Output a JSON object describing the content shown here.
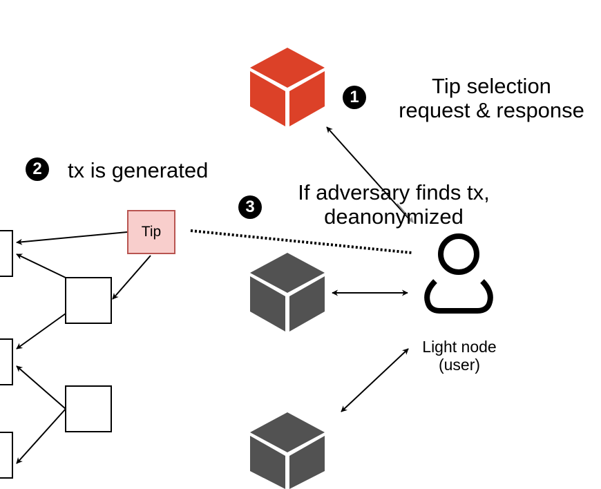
{
  "colors": {
    "accent_node": "#dc4128",
    "peer_node": "#525252",
    "tip_fill": "#f8cecc",
    "tip_border": "#b85450"
  },
  "icons": {
    "full_node_selector": "cube-icon",
    "peer_nodes": "cube-icon",
    "user": "user-icon"
  },
  "steps": [
    {
      "number": "1",
      "text": "Tip selection\nrequest & response"
    },
    {
      "number": "2",
      "text": "tx is generated"
    },
    {
      "number": "3",
      "text": "If adversary finds tx,\ndeanonymized"
    }
  ],
  "tip_label": "Tip",
  "light_node_label": "Light node\n(user)"
}
